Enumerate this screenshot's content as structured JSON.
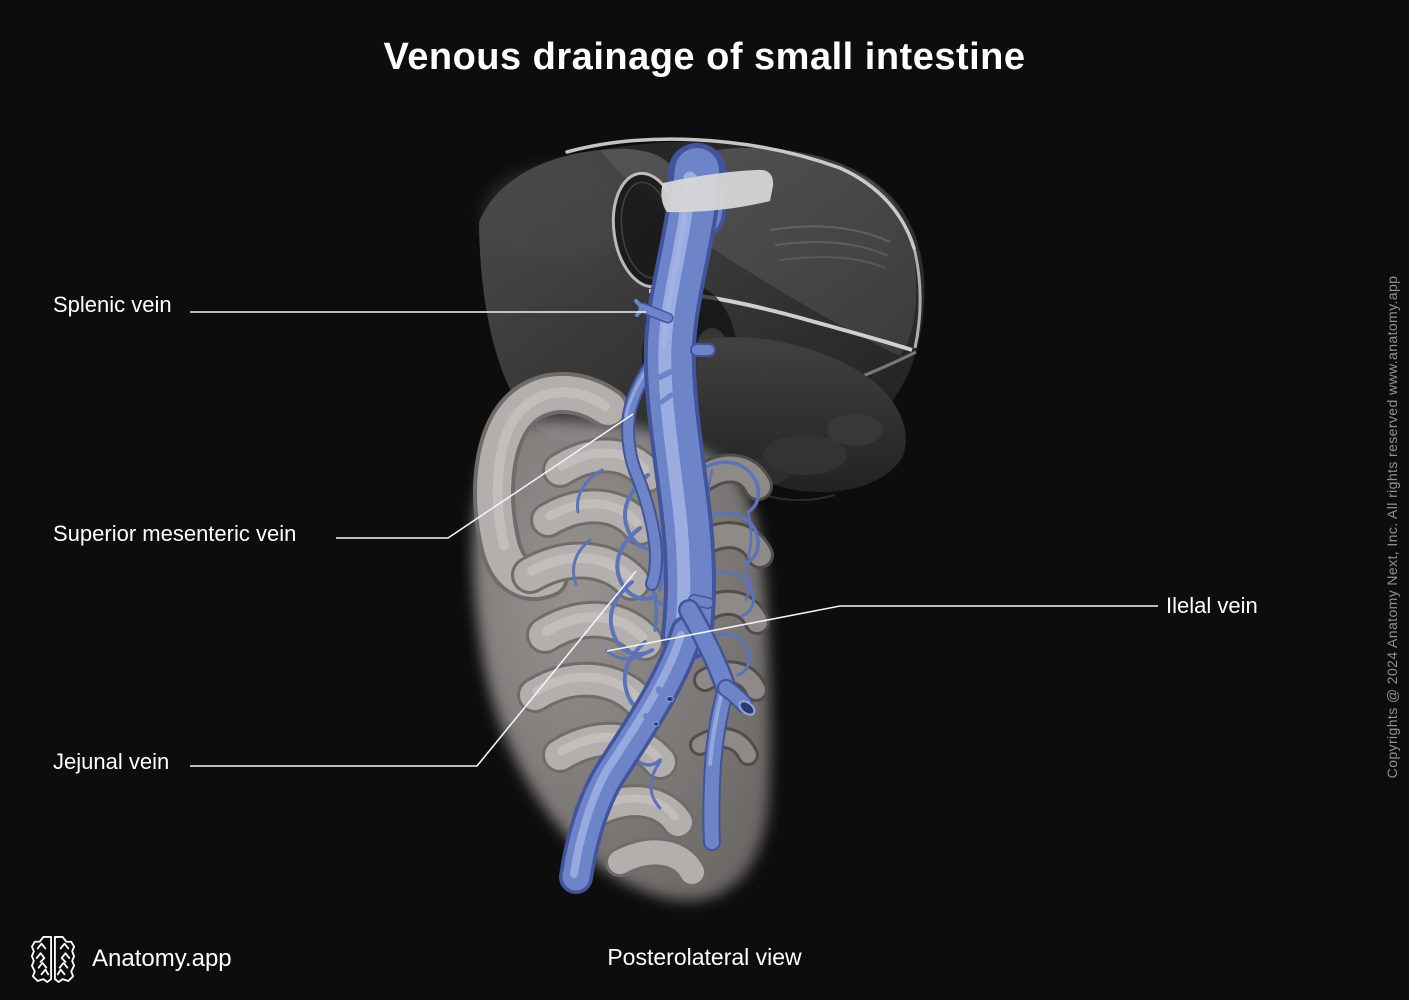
{
  "title": "Venous drainage of small intestine",
  "view_caption": "Posterolateral view",
  "brand": {
    "name": "Anatomy.app",
    "logo_icon": "brain-icon"
  },
  "copyright_notice": "Copyrights @ 2024 Anatomy Next, Inc. All rights reserved www.anatomy.app",
  "labels": {
    "splenic": "Splenic vein",
    "superior_mesenteric": "Superior mesenteric vein",
    "ileal": "Ilelal vein",
    "jejunal": "Jejunal vein"
  },
  "colors": {
    "background": "#0d0d0d",
    "text": "#ffffff",
    "vein_blue": "#6d84c8",
    "vein_highlight": "#a3b3e4",
    "vein_shadow": "#42549b",
    "liver_gray": "#3c3c3c",
    "liver_edge_white": "#dcdcdc",
    "intestine_gray": "#b2afac",
    "leader_line": "#f3f3f3",
    "copyright_text": "#95908a"
  }
}
